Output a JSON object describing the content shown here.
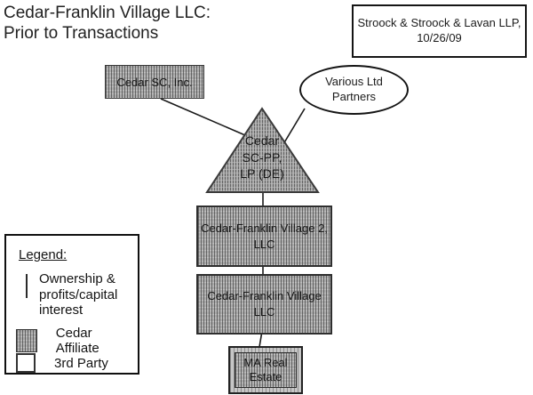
{
  "title": {
    "line1": "Cedar-Franklin Village LLC:",
    "line2": "Prior to Transactions"
  },
  "firm_note": {
    "line1": "Stroock & Stroock & Lavan LLP,",
    "line2": "10/26/09"
  },
  "nodes": {
    "cedar_sc_inc": {
      "label": "Cedar SC, Inc.",
      "type": "Cedar Affiliate"
    },
    "various_ltd_partners": {
      "line1": "Various Ltd",
      "line2": "Partners",
      "type": "3rd Party"
    },
    "cedar_sc_pp": {
      "line1": "Cedar",
      "line2": "SC-PP,",
      "line3": "LP (DE)",
      "type": "Cedar Affiliate",
      "shape": "triangle"
    },
    "cedar_franklin_village_2": {
      "line1": "Cedar-Franklin Village 2,",
      "line2": "LLC",
      "type": "Cedar Affiliate"
    },
    "cedar_franklin_village": {
      "line1": "Cedar-Franklin Village",
      "line2": "LLC",
      "type": "Cedar Affiliate"
    },
    "ma_real_estate": {
      "line1": "MA Real",
      "line2": "Estate",
      "type": "Cedar Affiliate"
    }
  },
  "legend": {
    "title": "Legend:",
    "items": [
      {
        "symbol": "ownership-line",
        "label": "Ownership & profits/capital interest"
      },
      {
        "symbol": "hatched-square",
        "label": "Cedar Affiliate"
      },
      {
        "symbol": "white-square",
        "label": "3rd Party"
      }
    ]
  },
  "colors": {
    "hatch_fill": "#ababab",
    "hatch_dark": "#4a4a4a",
    "border": "#1a1a1a",
    "background": "#ffffff",
    "text": "#1c1c1c"
  }
}
